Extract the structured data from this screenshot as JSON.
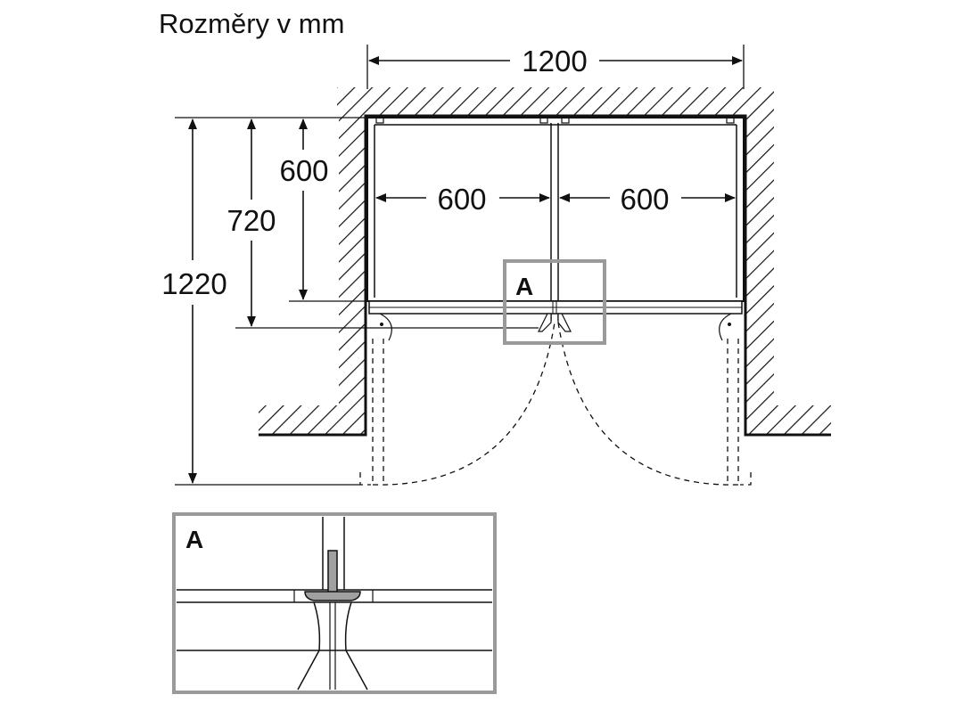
{
  "title": "Rozměry v mm",
  "dimensions": {
    "total_width": "1200",
    "left_cabinet_width": "600",
    "right_cabinet_width": "600",
    "depth_cabinet": "600",
    "depth_with_doors": "720",
    "depth_doors_open": "1220"
  },
  "detail": {
    "marker_label": "A",
    "inset_label": "A"
  },
  "colors": {
    "line": "#111111",
    "detail_frame": "#9a9a9a",
    "hardware_fill": "#a0a0a0"
  }
}
